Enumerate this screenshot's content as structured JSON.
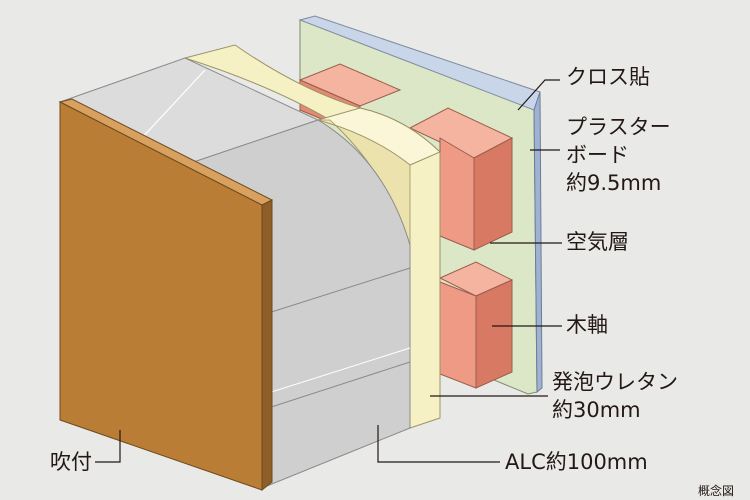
{
  "labels": {
    "cloth": "クロス貼",
    "plasterboard_line1": "プラスター",
    "plasterboard_line2": "ボード",
    "plasterboard_line3": "約9.5mm",
    "air_layer": "空気層",
    "wood_frame": "木軸",
    "urethane_line1": "発泡ウレタン",
    "urethane_line2": "約30mm",
    "spray": "吹付",
    "alc": "ALC約100mm",
    "concept": "概念図"
  },
  "colors": {
    "background": "#e9e9e7",
    "spray_panel": "#b97d35",
    "alc_concrete": "#cfcfcf",
    "urethane_foam": "#f6f0c5",
    "wood_stud": "#ef9a84",
    "plasterboard": "#dce7c8",
    "cloth": "#b7c7e0",
    "leader_line": "#231815"
  }
}
